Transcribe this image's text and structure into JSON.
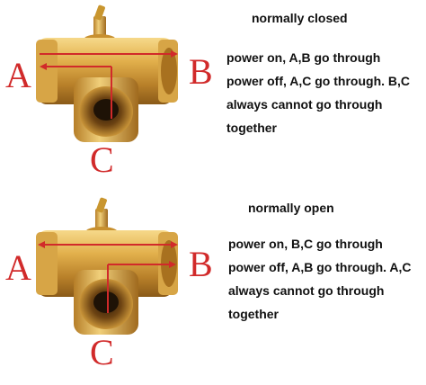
{
  "colors": {
    "arrow": "#d12a2a",
    "label": "#d12a2a",
    "brass": "#d9a43a",
    "text": "#111111",
    "background": "#ffffff"
  },
  "panels": [
    {
      "heading": "normally closed",
      "lines": [
        "power on, A,B go through",
        "power off, A,C go through. B,C",
        "always cannot go through",
        "together"
      ],
      "labels": {
        "a": "A",
        "b": "B",
        "c": "C"
      }
    },
    {
      "heading": "normally open",
      "lines": [
        "power on, B,C go through",
        "power off, A,B go through. A,C",
        "always cannot go through",
        "together"
      ],
      "labels": {
        "a": "A",
        "b": "B",
        "c": "C"
      }
    }
  ]
}
